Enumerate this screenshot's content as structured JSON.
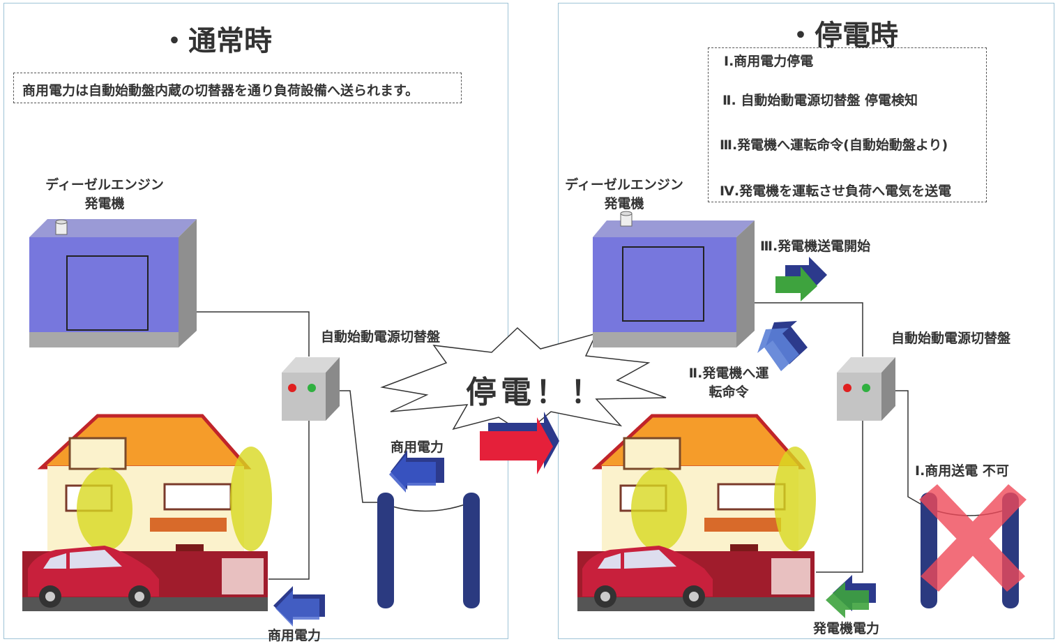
{
  "normal": {
    "title": "・通常時",
    "description": "商用電力は自動始動盤内蔵の切替器を通り負荷設備へ送られます。",
    "generator_label_line1": "ディーゼルエンジン",
    "generator_label_line2": "発電機",
    "switchboard_label": "自動始動電源切替盤",
    "commercial_power_label_upper": "商用電力",
    "commercial_power_label_lower": "商用電力"
  },
  "outage": {
    "title": "・停電時",
    "steps": [
      "Ⅰ.商用電力停電",
      "Ⅱ. 自動始動電源切替盤 停電検知",
      "Ⅲ.発電機へ運転命令(自動始動盤より)",
      "Ⅳ.発電機を運転させ負荷へ電気を送電"
    ],
    "generator_label_line1": "ディーゼルエンジン",
    "generator_label_line2": "発電機",
    "switchboard_label": "自動始動電源切替盤",
    "gen_start_label": "Ⅲ.発電機送電開始",
    "run_command_line1": "Ⅱ.発電機へ運",
    "run_command_line2": "転命令",
    "no_commercial_label": "Ⅰ.商用送電 不可",
    "generator_power_label": "発電機電力"
  },
  "burst_text": "停電！！",
  "colors": {
    "generator_face": "#7777dd",
    "generator_body": "#b0b0b0",
    "arrow_blue": "#2c3a8c",
    "arrow_red": "#e5203a",
    "arrow_green": "#3ea33e",
    "arrow_lightblue": "#5b7fd6",
    "cross_red": "#ef4a5a",
    "roof_orange": "#f59c2a",
    "car_red": "#c8203c"
  }
}
